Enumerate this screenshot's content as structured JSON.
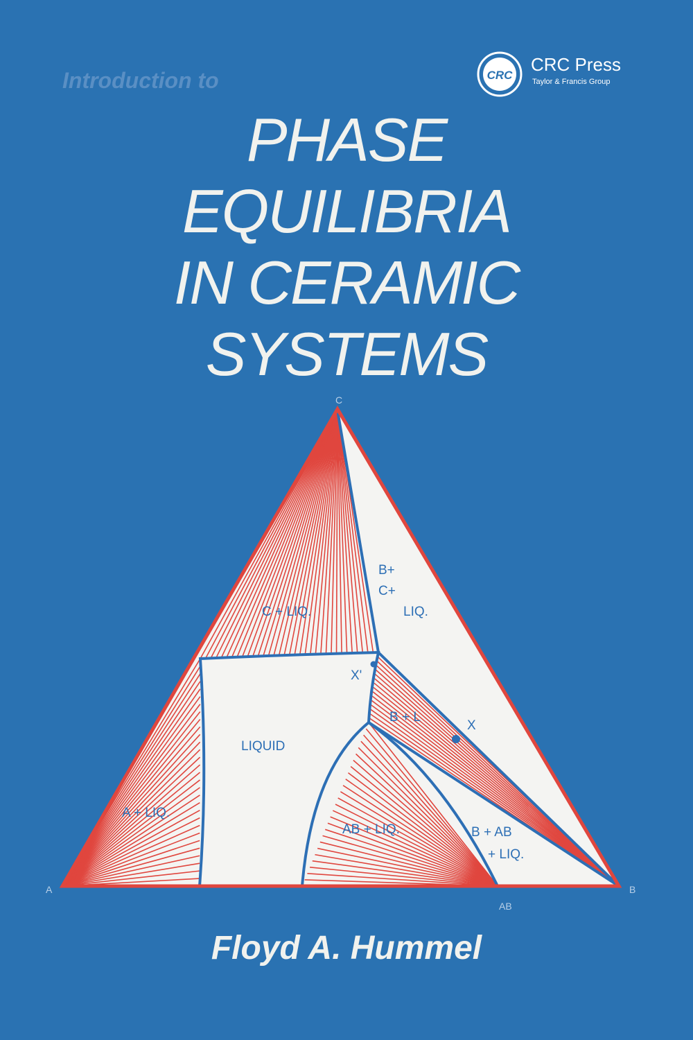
{
  "publisher": {
    "logo_text": "CRC",
    "name": "CRC Press",
    "group": "Taylor & Francis Group"
  },
  "cover": {
    "pretitle": "Introduction to",
    "title_lines": [
      "PHASE",
      "EQUILIBRIA",
      "IN CERAMIC",
      "SYSTEMS"
    ],
    "author": "Floyd A. Hummel"
  },
  "diagram": {
    "vertex_labels": {
      "c": "C",
      "a": "A",
      "b": "B",
      "ab": "AB"
    },
    "field_labels": {
      "c_liq": "C + LIQ.",
      "b_c_liq_1": "B+",
      "b_c_liq_2": "C+",
      "b_c_liq_3": "LIQ.",
      "x_prime": "X'",
      "b_l": "B + L",
      "x": "X",
      "liquid": "LIQUID",
      "a_liq": "A + LIQ.",
      "ab_liq": "AB + LIQ.",
      "b_ab_liq_1": "B + AB",
      "b_ab_liq_2": "+ LIQ."
    }
  },
  "colors": {
    "background": "#2a72b2",
    "triangle_fill": "#f4f4f2",
    "tie_lines": "#e0463e",
    "boundaries": "#2d6fb5"
  }
}
